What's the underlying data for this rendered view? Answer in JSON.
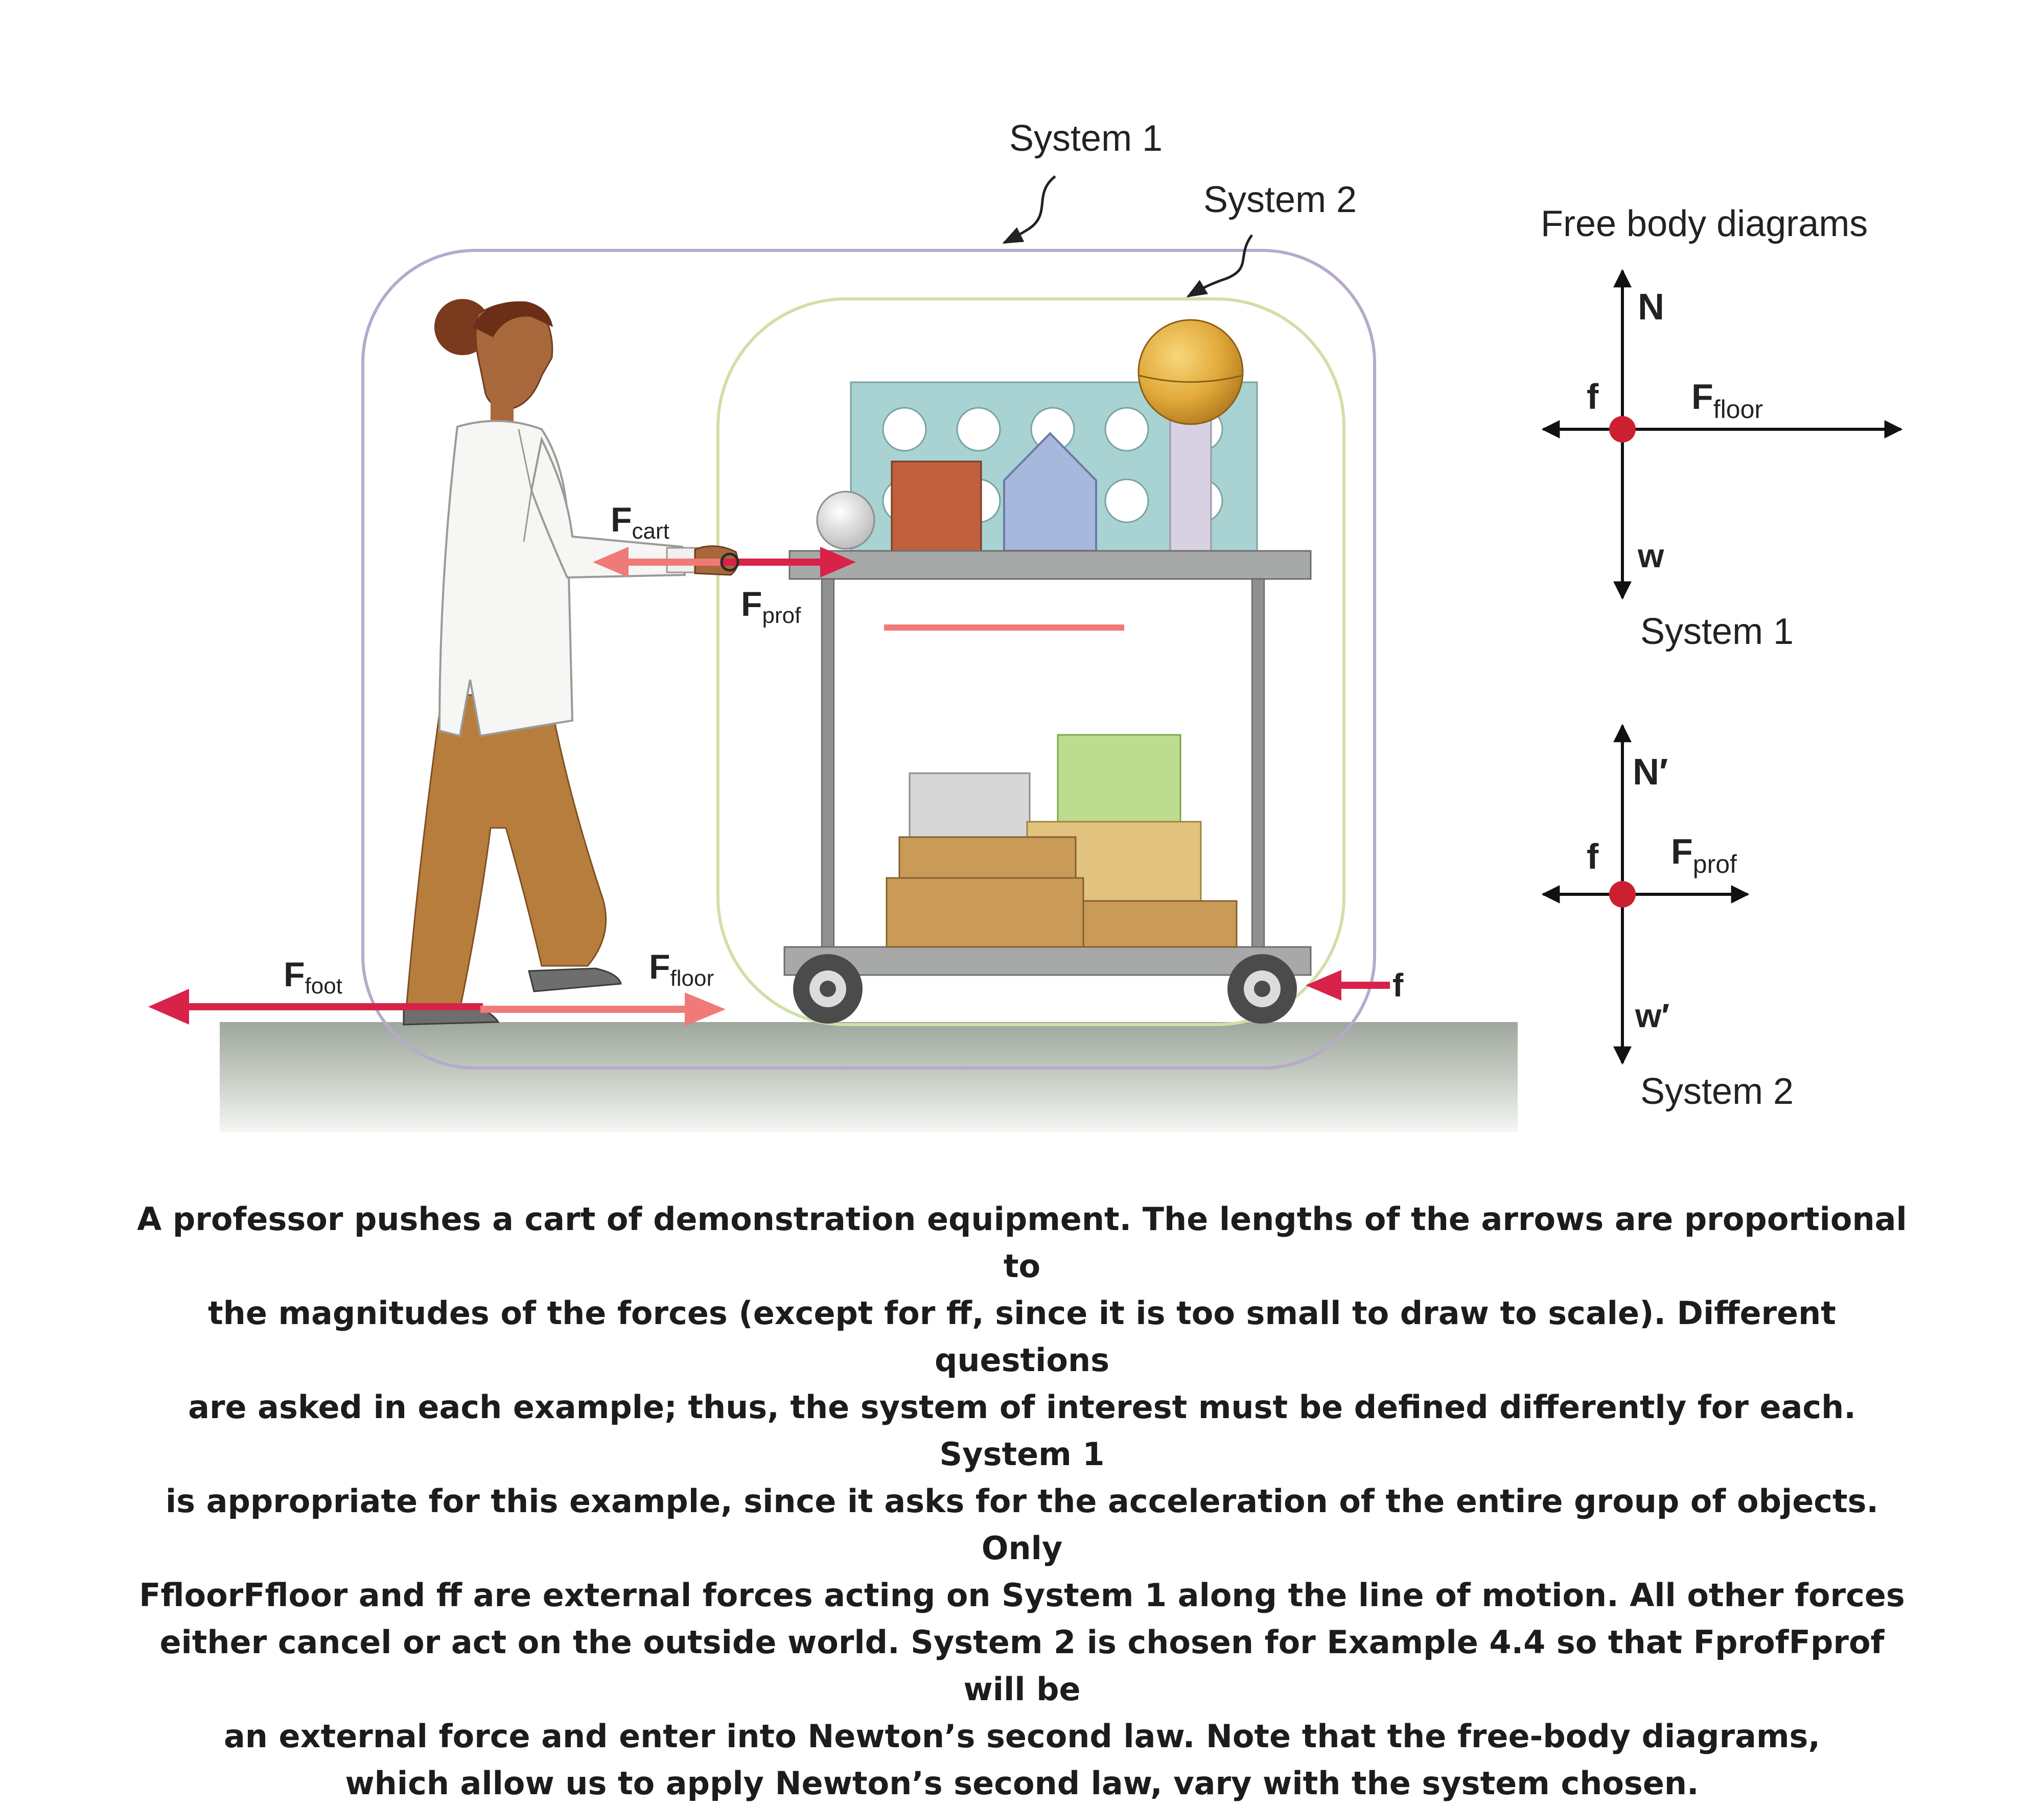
{
  "system_labels": {
    "system1": "System 1",
    "system2": "System 2"
  },
  "forces": {
    "f_cart": {
      "symbol": "F",
      "subscript": "cart"
    },
    "f_prof": {
      "symbol": "F",
      "subscript": "prof"
    },
    "f_foot": {
      "symbol": "F",
      "subscript": "foot"
    },
    "f_floor": {
      "symbol": "F",
      "subscript": "floor"
    },
    "f_friction": "f"
  },
  "free_body": {
    "title": "Free body diagrams",
    "diagram1": {
      "north": "N",
      "west": "f",
      "east_symbol": "F",
      "east_subscript": "floor",
      "south": "w",
      "caption": "System 1"
    },
    "diagram2": {
      "north": "N′",
      "west": "f",
      "east_symbol": "F",
      "east_subscript": "prof",
      "south": "w′",
      "caption": "System 2"
    }
  },
  "caption_lines": [
    "A professor pushes a cart of demonstration equipment. The lengths of the arrows are proportional to",
    "the magnitudes of the forces (except for ff, since it is too small to draw to scale). Different questions",
    "are asked in each example; thus, the system of interest must be defined differently for each. System 1",
    "is appropriate for this example, since it asks for the acceleration of the entire group of objects. Only",
    "FfloorFfloor and ff are external forces acting on System 1 along the line of motion. All other forces",
    "either cancel or act on the outside world. System 2 is chosen for Example 4.4 so that FprofFprof will be",
    "an external force and enter into Newton’s second law. Note that the free-body diagrams,",
    "which allow us to apply Newton’s second law, vary with the system chosen."
  ],
  "colors": {
    "system1_outline": "#b7a9cc",
    "system2_outline": "#c9dba0",
    "force_arrow": "#d8224a",
    "force_arrow_light": "#f07a78",
    "point": "#cc2030"
  }
}
